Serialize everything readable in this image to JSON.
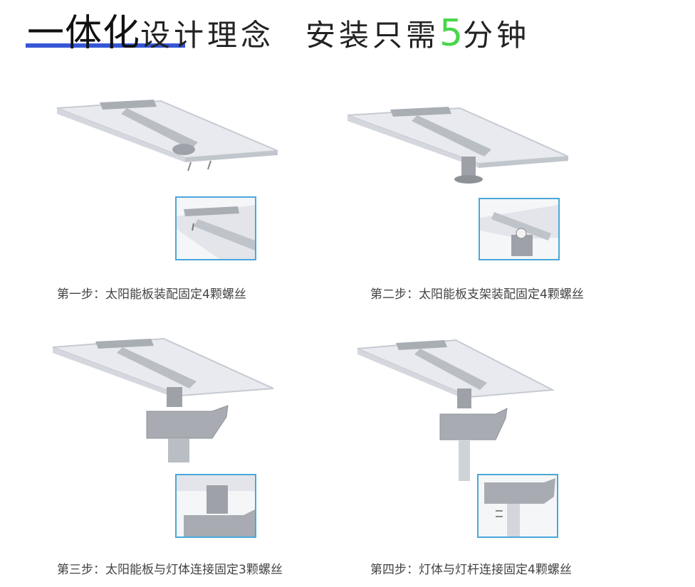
{
  "header": {
    "title_big": "一体化",
    "title_mid": "设计理念",
    "title_tail_a": "安装只需",
    "title_num": "5",
    "title_tail_b": "分钟",
    "accent_blue": "#3557d6",
    "accent_green": "#49d64a"
  },
  "steps": [
    {
      "caption": "第一步：太阳能板装配固定4颗螺丝"
    },
    {
      "caption": "第二步：太阳能板支架装配固定4颗螺丝"
    },
    {
      "caption": "第三步：太阳能板与灯体连接固定3颗螺丝"
    },
    {
      "caption": "第四步：灯体与灯杆连接固定4颗螺丝"
    }
  ],
  "colors": {
    "detail_border": "#4aa8d8",
    "panel": "#e8eaef",
    "frame": "#bfc3ca",
    "metal": "#9ea2a8"
  }
}
